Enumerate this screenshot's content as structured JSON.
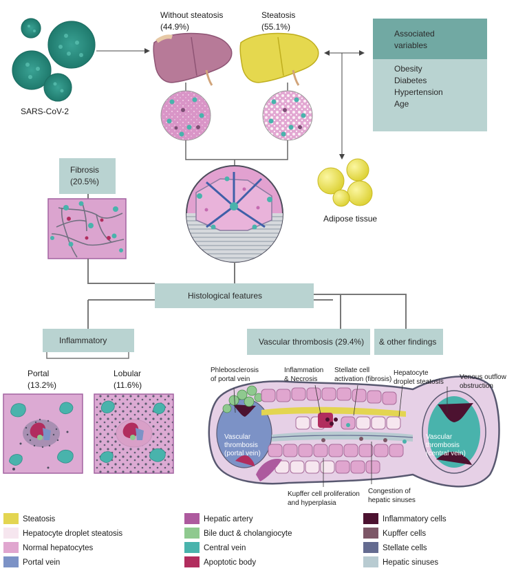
{
  "virus": {
    "label": "SARS-CoV-2"
  },
  "liver_no_steatosis": {
    "title": "Without steatosis",
    "pct": "(44.9%)"
  },
  "liver_steatosis": {
    "title": "Steatosis",
    "pct": "(55.1%)"
  },
  "associated": {
    "header": "Associated variables",
    "items": [
      "Obesity",
      "Diabetes",
      "Hypertension",
      "Age"
    ]
  },
  "adipose": {
    "label": "Adipose tissue"
  },
  "fibrosis": {
    "title": "Fibrosis",
    "pct": "(20.5%)"
  },
  "histological": {
    "label": "Histological features"
  },
  "inflammatory": {
    "label": "Inflammatory"
  },
  "vascular": {
    "label": "Vascular thrombosis (29.4%)"
  },
  "other": {
    "label": "& other findings"
  },
  "portal": {
    "title": "Portal",
    "pct": "(13.2%)"
  },
  "lobular": {
    "title": "Lobular",
    "pct": "(11.6%)"
  },
  "annotations": {
    "phlebo_1": "Phlebosclerosis",
    "phlebo_2": "of portal vein",
    "inflam_1": "Inflammation",
    "inflam_2": "& Necrosis",
    "stellate_1": "Stellate cell",
    "stellate_2": "activation (fibrosis)",
    "hepdrop_1": "Hepatocyte",
    "hepdrop_2": "droplet steatosis",
    "venous_1": "Venous outflow",
    "venous_2": "obstruction",
    "vt_portal_1": "Vascular",
    "vt_portal_2": "thrombosis",
    "vt_portal_3": "(portal vein)",
    "vt_central_1": "Vascular",
    "vt_central_2": "thrombosis",
    "vt_central_3": "(central vein)",
    "kupffer_1": "Kupffer cell proliferation",
    "kupffer_2": "and hyperplasia",
    "congestion_1": "Congestion of",
    "congestion_2": "hepatic sinuses"
  },
  "legend": [
    {
      "label": "Steatosis",
      "color": "#e3d551"
    },
    {
      "label": "Hepatocyte droplet steatosis",
      "color": "#f6e6ef"
    },
    {
      "label": "Normal hepatocytes",
      "color": "#e0a6cf"
    },
    {
      "label": "Portal vein",
      "color": "#7c92c6"
    },
    {
      "label": "Hepatic artery",
      "color": "#ad5a9e"
    },
    {
      "label": "Bile duct & cholangiocyte",
      "color": "#8fc98f"
    },
    {
      "label": "Central vein",
      "color": "#49b3ac"
    },
    {
      "label": "Apoptotic body",
      "color": "#b12d5e"
    },
    {
      "label": "Inflammatory cells",
      "color": "#4c1230"
    },
    {
      "label": "Kupffer cells",
      "color": "#7d5767"
    },
    {
      "label": "Stellate cells",
      "color": "#646b90"
    },
    {
      "label": "Hepatic sinuses",
      "color": "#b8cbd1"
    }
  ]
}
